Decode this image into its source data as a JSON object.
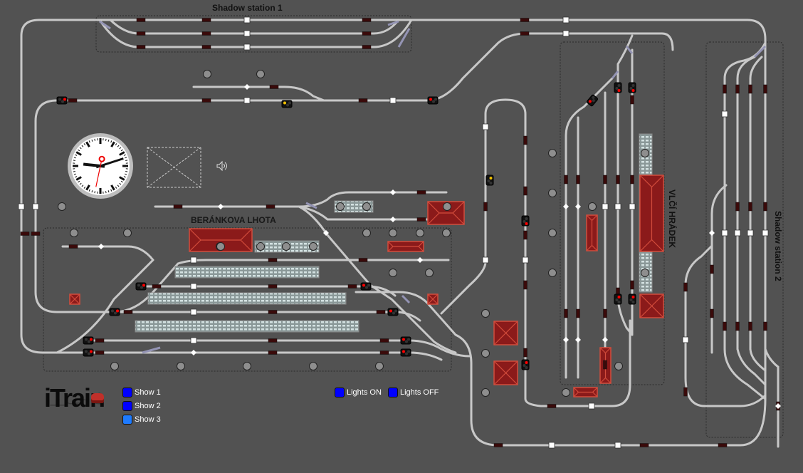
{
  "app": {
    "logo_text": "iTrain"
  },
  "stations": {
    "shadow1": "Shadow station 1",
    "berankova": "BERÁNKOVA LHOTA",
    "vlci": "VLČÍ HRÁDEK",
    "shadow2": "Shadow station 2"
  },
  "buttons": {
    "show1": {
      "label": "Show 1",
      "color": "#0000ff"
    },
    "show2": {
      "label": "Show 2",
      "color": "#0000ff"
    },
    "show3": {
      "label": "Show 3",
      "color": "#1e7bff"
    },
    "lights_on": {
      "label": "Lights ON",
      "color": "#0000ff"
    },
    "lights_off": {
      "label": "Lights OFF",
      "color": "#0000ff"
    }
  },
  "clock": {
    "hour": 9,
    "minute": 12,
    "second": 32
  },
  "colors": {
    "background": "#525252",
    "track": "#c8c8c8",
    "switch_branch": "#9090b0",
    "block": "#3a0a0a",
    "signal_red": "#ff0000",
    "signal_yellow": "#f0c000",
    "building": "#8b1a1a",
    "building_edge": "#d24c3c",
    "platform": "#b8c8c8"
  }
}
